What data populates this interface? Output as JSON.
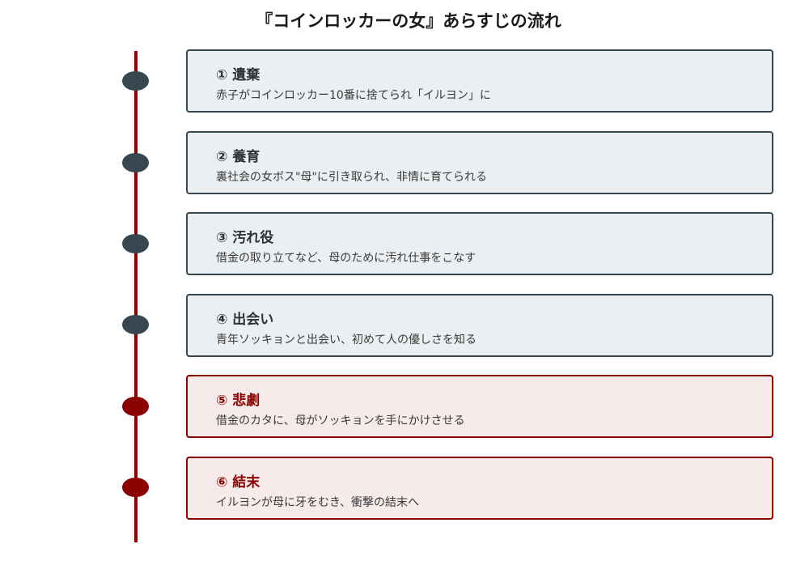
{
  "title": "『コインロッカーの女』あらすじの流れ",
  "colors": {
    "timeline": "#8b0000",
    "normal_border": "#37474f",
    "normal_fill": "#eceff1",
    "accent_border": "#8b0000",
    "accent_fill": "#f6eaea"
  },
  "steps": [
    {
      "title": "① 遺棄",
      "desc": "赤子がコインロッカー10番に捨てられ「イルヨン」に",
      "accent": false
    },
    {
      "title": "② 養育",
      "desc": "裏社会の女ボス\"母\"に引き取られ、非情に育てられる",
      "accent": false
    },
    {
      "title": "③ 汚れ役",
      "desc": "借金の取り立てなど、母のために汚れ仕事をこなす",
      "accent": false
    },
    {
      "title": "④ 出会い",
      "desc": "青年ソッキョンと出会い、初めて人の優しさを知る",
      "accent": false
    },
    {
      "title": "⑤ 悲劇",
      "desc": "借金のカタに、母がソッキョンを手にかけさせる",
      "accent": true
    },
    {
      "title": "⑥ 結末",
      "desc": "イルヨンが母に牙をむき、衝撃の結末へ",
      "accent": true
    }
  ]
}
